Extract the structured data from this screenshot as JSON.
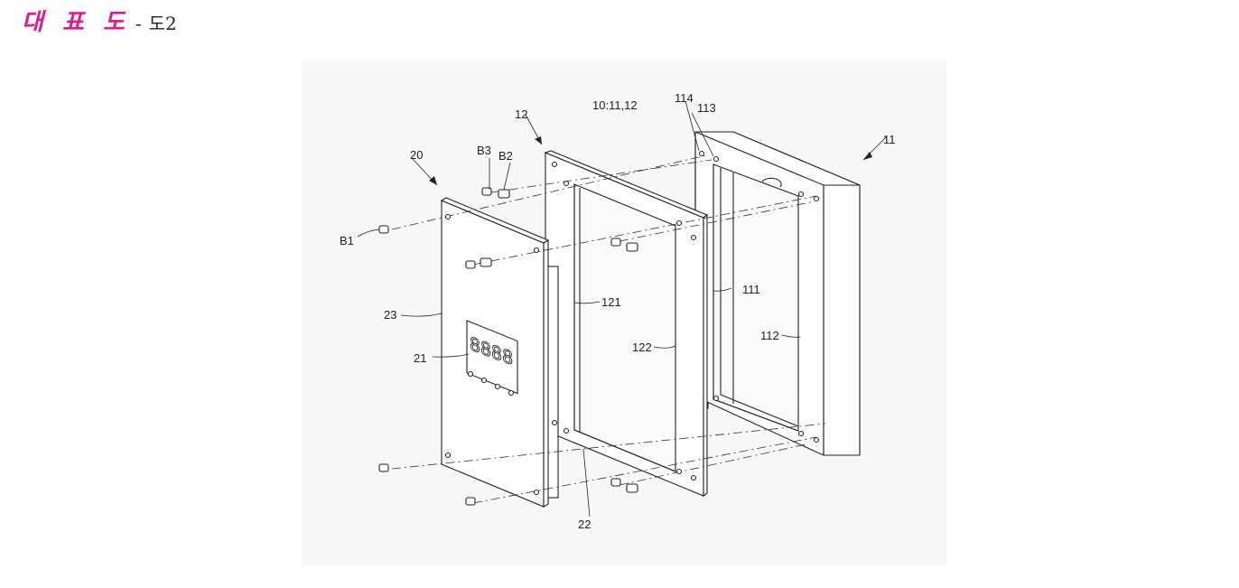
{
  "header": {
    "title": "대 표 도",
    "separator": "-",
    "figure_ref": "도2"
  },
  "figure": {
    "labels": {
      "group": "10:11,12",
      "l11": "11",
      "l12": "12",
      "l20": "20",
      "l21": "21",
      "l22": "22",
      "l23": "23",
      "l111": "111",
      "l112": "112",
      "l113": "113",
      "l114": "114",
      "l121": "121",
      "l122": "122",
      "b1": "B1",
      "b2": "B2",
      "b3": "B3",
      "display": "8888"
    }
  }
}
